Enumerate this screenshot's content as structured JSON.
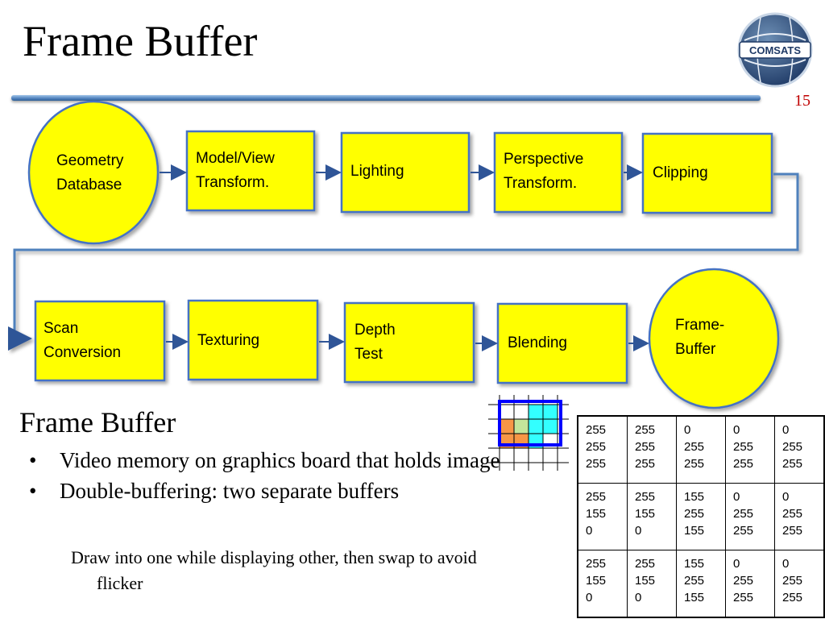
{
  "slide": {
    "title": "Frame Buffer",
    "page_number": "15",
    "logo_text": "COMSATS"
  },
  "pipeline": {
    "geometry_database": "Geometry\nDatabase",
    "model_view": "Model/View\nTransform.",
    "lighting": "Lighting",
    "perspective": "Perspective\nTransform.",
    "clipping": "Clipping",
    "scan_conversion": "Scan\nConversion",
    "texturing": "Texturing",
    "depth_test": "Depth\nTest",
    "blending": "Blending",
    "frame_buffer": "Frame-\nBuffer"
  },
  "content": {
    "heading": "Frame Buffer",
    "bullet_char": "•",
    "bullets": [
      "Video memory on graphics board that holds image",
      "Double-buffering: two separate buffers"
    ],
    "subnote": "Draw into one while displaying other, then swap to avoid flicker"
  },
  "pixel_table": {
    "rows": [
      [
        [
          "255",
          "255",
          "255"
        ],
        [
          "255",
          "255",
          "255"
        ],
        [
          "0",
          "255",
          "255"
        ],
        [
          "0",
          "255",
          "255"
        ],
        [
          "0",
          "255",
          "255"
        ]
      ],
      [
        [
          "255",
          "155",
          "0"
        ],
        [
          "255",
          "155",
          "0"
        ],
        [
          "155",
          "255",
          "155"
        ],
        [
          "0",
          "255",
          "255"
        ],
        [
          "0",
          "255",
          "255"
        ]
      ],
      [
        [
          "255",
          "155",
          "0"
        ],
        [
          "255",
          "155",
          "0"
        ],
        [
          "155",
          "255",
          "155"
        ],
        [
          "0",
          "255",
          "255"
        ],
        [
          "0",
          "255",
          "255"
        ]
      ]
    ]
  },
  "colors": {
    "node_fill": "#ffff00",
    "node_border": "#4472c4",
    "arrow": "#2f5597",
    "connector": "#4f81bd",
    "page_number": "#c00000",
    "grid_orange": "#f79646",
    "grid_green": "#c3e59b",
    "grid_cyan": "#33ffff",
    "grid_highlight": "#0000ff"
  }
}
